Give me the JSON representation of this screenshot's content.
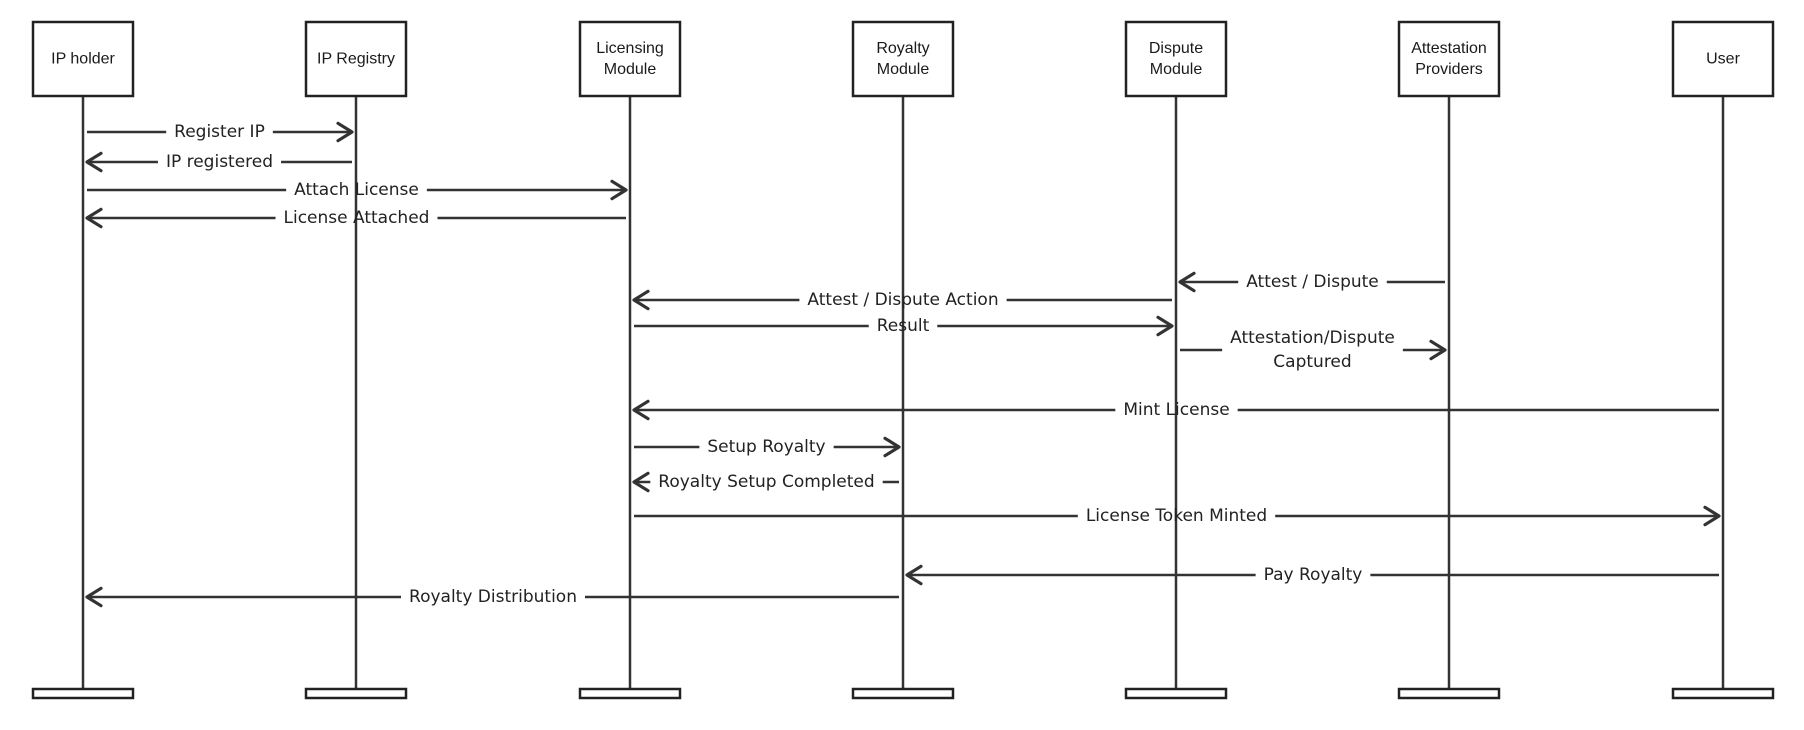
{
  "participants": [
    {
      "id": "ip-holder",
      "lines": [
        "IP holder"
      ]
    },
    {
      "id": "ip-registry",
      "lines": [
        "IP Registry"
      ]
    },
    {
      "id": "licensing-module",
      "lines": [
        "Licensing",
        "Module"
      ]
    },
    {
      "id": "royalty-module",
      "lines": [
        "Royalty",
        "Module"
      ]
    },
    {
      "id": "dispute-module",
      "lines": [
        "Dispute",
        "Module"
      ]
    },
    {
      "id": "attestation-providers",
      "lines": [
        "Attestation",
        "Providers"
      ]
    },
    {
      "id": "user",
      "lines": [
        "User"
      ]
    }
  ],
  "messages": [
    {
      "from": 0,
      "to": 1,
      "lines": [
        "Register IP"
      ]
    },
    {
      "from": 1,
      "to": 0,
      "lines": [
        "IP registered"
      ]
    },
    {
      "from": 0,
      "to": 2,
      "lines": [
        "Attach License"
      ]
    },
    {
      "from": 2,
      "to": 0,
      "lines": [
        "License Attached"
      ]
    },
    {
      "from": 5,
      "to": 4,
      "lines": [
        "Attest / Dispute"
      ]
    },
    {
      "from": 4,
      "to": 2,
      "lines": [
        "Attest / Dispute Action"
      ]
    },
    {
      "from": 2,
      "to": 4,
      "lines": [
        "Result"
      ]
    },
    {
      "from": 4,
      "to": 5,
      "lines": [
        "Attestation/Dispute",
        "Captured"
      ]
    },
    {
      "from": 6,
      "to": 2,
      "lines": [
        "Mint License"
      ]
    },
    {
      "from": 2,
      "to": 3,
      "lines": [
        "Setup Royalty"
      ]
    },
    {
      "from": 3,
      "to": 2,
      "lines": [
        "Royalty Setup Completed"
      ]
    },
    {
      "from": 2,
      "to": 6,
      "lines": [
        "License Token Minted"
      ]
    },
    {
      "from": 6,
      "to": 3,
      "lines": [
        "Pay Royalty"
      ]
    },
    {
      "from": 3,
      "to": 0,
      "lines": [
        "Royalty Distribution"
      ]
    }
  ],
  "colors": {
    "stroke": "#333333",
    "box_border": "#222222",
    "text": "#222222",
    "background": "#ffffff"
  }
}
